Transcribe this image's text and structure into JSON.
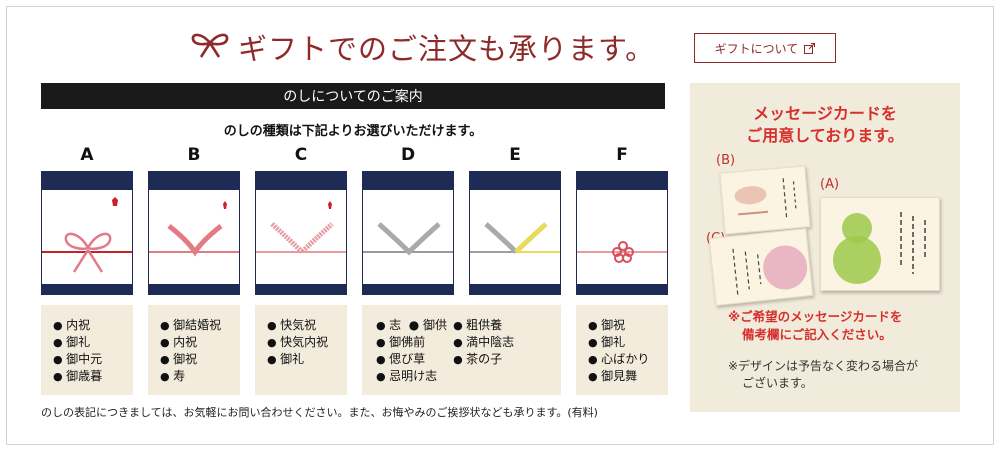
{
  "header": {
    "title": "ギフトでのご注文も承ります。",
    "about_button": "ギフトについて"
  },
  "noshi": {
    "bar_title": "のしについてのご案内",
    "intro": "のしの種類は下記よりお選びいただけます。",
    "types": [
      {
        "letter": "A",
        "items": [
          "内祝",
          "御礼",
          "御中元",
          "御歳暮"
        ]
      },
      {
        "letter": "B",
        "items": [
          "御結婚祝",
          "内祝",
          "御祝",
          "寿"
        ]
      },
      {
        "letter": "C",
        "items": [
          "快気祝",
          "快気内祝",
          "御礼"
        ]
      },
      {
        "letter": "D",
        "items": [
          "志",
          "御供",
          "粗供養",
          "御佛前",
          "満中陰志",
          "偲び草",
          "茶の子",
          "忌明け志"
        ]
      },
      {
        "letter": "E",
        "items": []
      },
      {
        "letter": "F",
        "items": [
          "御祝",
          "御礼",
          "心ばかり",
          "御見舞"
        ]
      }
    ],
    "note": "のしの表記につきましては、お気軽にお問い合わせください。また、お悔やみのご挨拶状なども承ります。(有料)"
  },
  "message_card": {
    "title_line1": "メッセージカードを",
    "title_line2": "ご用意しております。",
    "labels": {
      "a": "(A)",
      "b": "(B)",
      "c": "(C)"
    },
    "request_line1": "※ご希望のメッセージカードを",
    "request_line2": "備考欄にご記入ください。",
    "design_line1": "※デザインは予告なく変わる場合が",
    "design_line2": "ございます。"
  },
  "colors": {
    "accent": "#8e2a2a",
    "navy": "#1d2b55",
    "panel_bg": "#f1ebdc",
    "red_text": "#d6302d"
  }
}
